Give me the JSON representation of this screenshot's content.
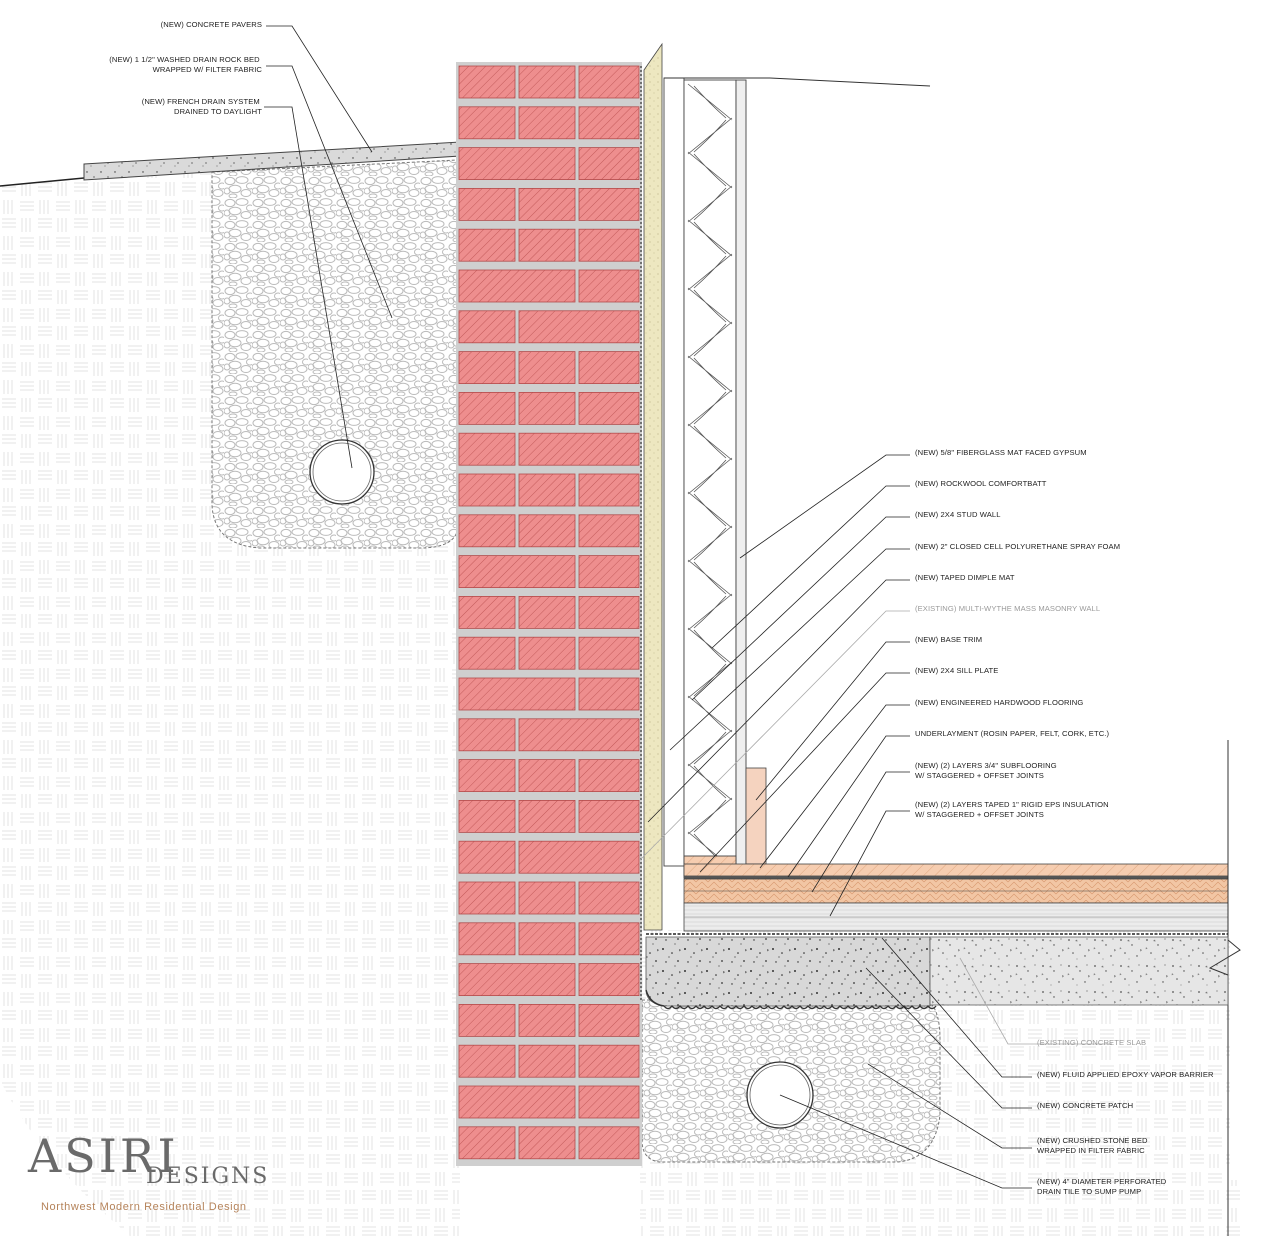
{
  "callouts_left": [
    {
      "id": "concrete-pavers",
      "lines": [
        "(NEW) CONCRETE PAVERS"
      ]
    },
    {
      "id": "drain-rock-bed",
      "lines": [
        "(NEW) 1 1/2\" WASHED DRAIN ROCK BED",
        "WRAPPED W/ FILTER FABRIC"
      ]
    },
    {
      "id": "french-drain",
      "lines": [
        "(NEW) FRENCH DRAIN SYSTEM",
        "DRAINED TO DAYLIGHT"
      ]
    }
  ],
  "callouts_right": [
    {
      "id": "fiberglass-gypsum",
      "lines": [
        "(NEW) 5/8\" FIBERGLASS MAT FACED GYPSUM"
      ]
    },
    {
      "id": "rockwool",
      "lines": [
        "(NEW) ROCKWOOL COMFORTBATT"
      ]
    },
    {
      "id": "stud-wall",
      "lines": [
        "(NEW) 2X4 STUD WALL"
      ]
    },
    {
      "id": "spray-foam",
      "lines": [
        "(NEW) 2\" CLOSED CELL POLYURETHANE SPRAY FOAM"
      ]
    },
    {
      "id": "dimple-mat",
      "lines": [
        "(NEW) TAPED DIMPLE MAT"
      ]
    },
    {
      "id": "masonry-wall",
      "muted": true,
      "lines": [
        "(EXISTING) MULTI-WYTHE MASS MASONRY WALL"
      ]
    },
    {
      "id": "base-trim",
      "lines": [
        "(NEW) BASE TRIM"
      ]
    },
    {
      "id": "sill-plate",
      "lines": [
        "(NEW) 2X4 SILL PLATE"
      ]
    },
    {
      "id": "hardwood",
      "lines": [
        "(NEW) ENGINEERED HARDWOOD FLOORING"
      ]
    },
    {
      "id": "underlayment",
      "lines": [
        "UNDERLAYMENT (ROSIN PAPER, FELT, CORK, ETC.)"
      ]
    },
    {
      "id": "subflooring",
      "lines": [
        "(NEW) (2) LAYERS 3/4\" SUBFLOORING",
        "W/ STAGGERED + OFFSET JOINTS"
      ]
    },
    {
      "id": "eps-insulation",
      "lines": [
        "(NEW) (2) LAYERS TAPED 1\" RIGID EPS INSULATION",
        "W/ STAGGERED + OFFSET JOINTS"
      ]
    },
    {
      "id": "concrete-slab",
      "muted": true,
      "lines": [
        "(EXISTING) CONCRETE SLAB"
      ]
    },
    {
      "id": "vapor-barrier",
      "lines": [
        "(NEW) FLUID APPLIED EPOXY VAPOR BARRIER"
      ]
    },
    {
      "id": "concrete-patch",
      "lines": [
        "(NEW) CONCRETE PATCH"
      ]
    },
    {
      "id": "crushed-stone",
      "lines": [
        "(NEW) CRUSHED STONE BED",
        "WRAPPED IN FILTER FABRIC"
      ]
    },
    {
      "id": "drain-tile",
      "lines": [
        "(NEW) 4\" DIAMETER PERFORATED",
        "DRAIN TILE TO SUMP PUMP"
      ]
    }
  ],
  "brand": {
    "name_main": "ASIRI",
    "name_sub": "DESIGNS",
    "tagline": "Northwest Modern Residential Design"
  },
  "colors": {
    "brick": "#ee8e8e",
    "mortar": "#cfcfcf",
    "spray_foam": "#ede7c0",
    "sill_plate": "#f2c7a7",
    "hardwood": "#f6cdb0",
    "subfloor": "#f2c6a4",
    "concrete": "#e6e6e6"
  }
}
